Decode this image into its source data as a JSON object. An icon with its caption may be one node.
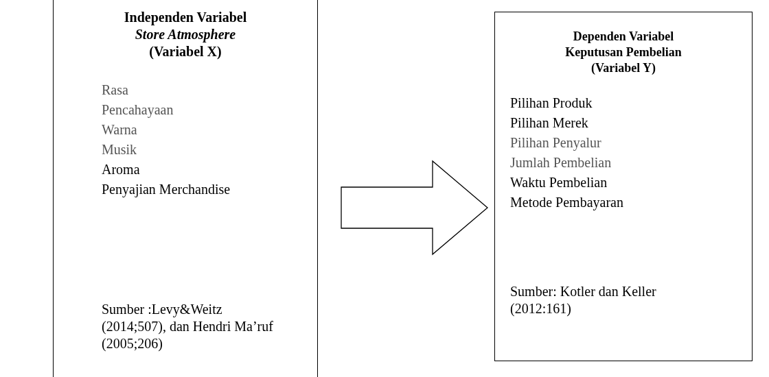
{
  "diagram": {
    "nodes": [
      {
        "text": [
          "Independen Variabel *Store Atmosphere* (Variabel X)",
          "Rasa",
          "Pencahayaan",
          "Warna",
          "Musik",
          "Aroma",
          "Penyajian Merchandise",
          "Sumber :Levy&Weitz (2014;507), dan Hendri Ma’ruf (2005;206)"
        ]
      },
      {
        "text": [
          "Dependen Variabel Keputusan Pembelian (Variabel Y)",
          "Pilihan Produk",
          "Pilihan Merek",
          "Pilihan Penyalur",
          "Jumlah Pembelian",
          "Waktu Pembelian",
          "Metode Pembayaran",
          "Sumber: Kotler dan Keller (2012:161)"
        ]
      }
    ],
    "edges": [
      {
        "from": 0,
        "to": 1,
        "arrow": "to"
      }
    ]
  }
}
